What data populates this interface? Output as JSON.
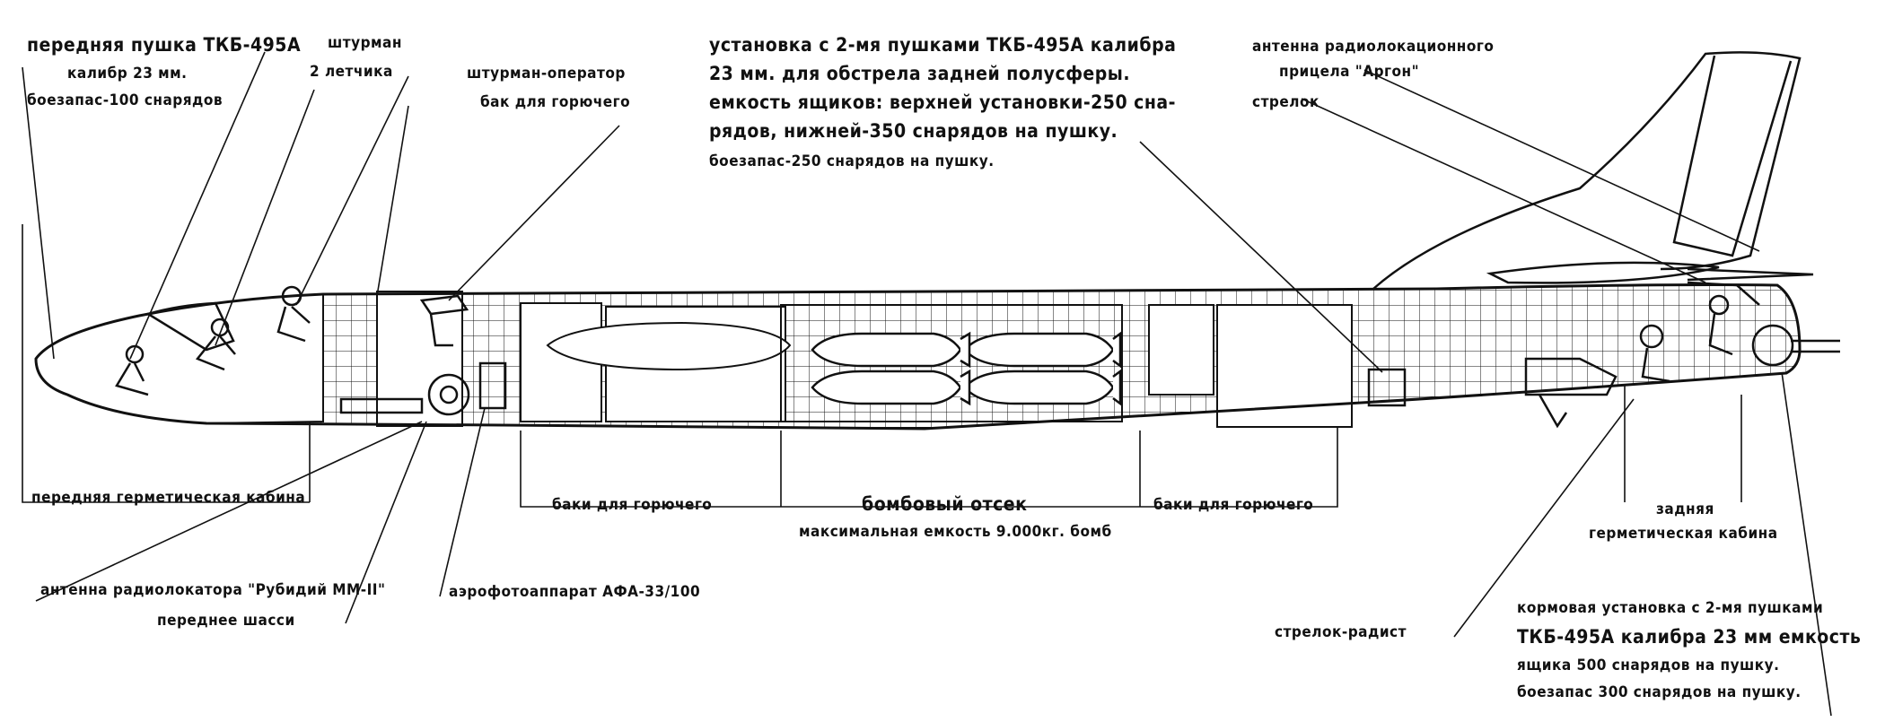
{
  "labels": {
    "nose_gun_1": "передняя пушка ТКБ-495А",
    "nose_gun_2": "калибр 23 мм.",
    "nose_gun_3": "боезапас-100 снарядов",
    "navigator": "штурман",
    "pilots": "2 летчика",
    "nav_operator": "штурман-оператор",
    "fuel_tank": "бак для горючего",
    "turret_1": "установка с 2-мя пушками ТКБ-495А калибра",
    "turret_2": "23 мм. для обстрела задней полусферы.",
    "turret_3": "емкость ящиков: верхней установки-250 сна-",
    "turret_4": "рядов, нижней-350 снарядов на пушку.",
    "turret_5": "боезапас-250 снарядов на пушку.",
    "radar_antenna_1": "антенна радиолокационного",
    "radar_antenna_2": "прицела \"Аргон\"",
    "gunner": "стрелок",
    "front_cabin": "передняя герметическая кабина",
    "rubidiy_antenna": "антенна радиолокатора \"Рубидий ММ-II\"",
    "nose_gear": "переднее шасси",
    "camera": "аэрофотоаппарат АФА-33/100",
    "fuel_tanks_left": "баки для горючего",
    "bomb_bay_1": "бомбовый отсек",
    "bomb_bay_2": "максимальная емкость 9.000кг. бомб",
    "fuel_tanks_right": "баки для горючего",
    "rear_cabin_1": "задняя",
    "rear_cabin_2": "герметическая кабина",
    "radio_gunner": "стрелок-радист",
    "tail_turret_1": "кормовая установка с 2-мя пушками",
    "tail_turret_2": "ТКБ-495А калибра 23 мм  емкость",
    "tail_turret_3": "ящика 500 снарядов на пушку.",
    "tail_turret_4": "боезапас 300 снарядов на пушку."
  }
}
